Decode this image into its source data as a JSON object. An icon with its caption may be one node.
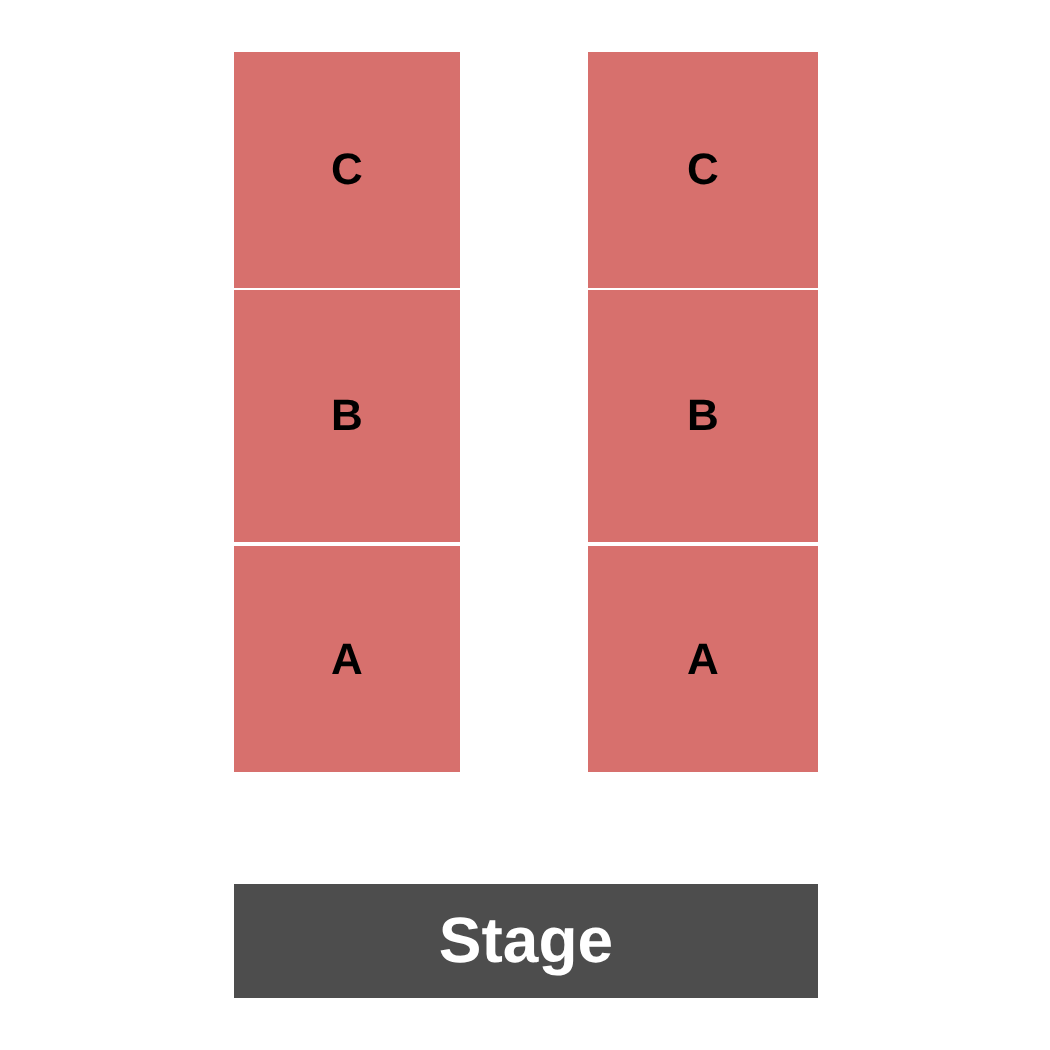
{
  "diagram": {
    "nodes": [
      {
        "text": [
          "C"
        ]
      },
      {
        "text": [
          "C"
        ]
      },
      {
        "text": [
          "B"
        ]
      },
      {
        "text": [
          "B"
        ]
      },
      {
        "text": [
          "A"
        ]
      },
      {
        "text": [
          "A"
        ]
      },
      {
        "text": [
          "Stage"
        ]
      }
    ],
    "edges": []
  }
}
